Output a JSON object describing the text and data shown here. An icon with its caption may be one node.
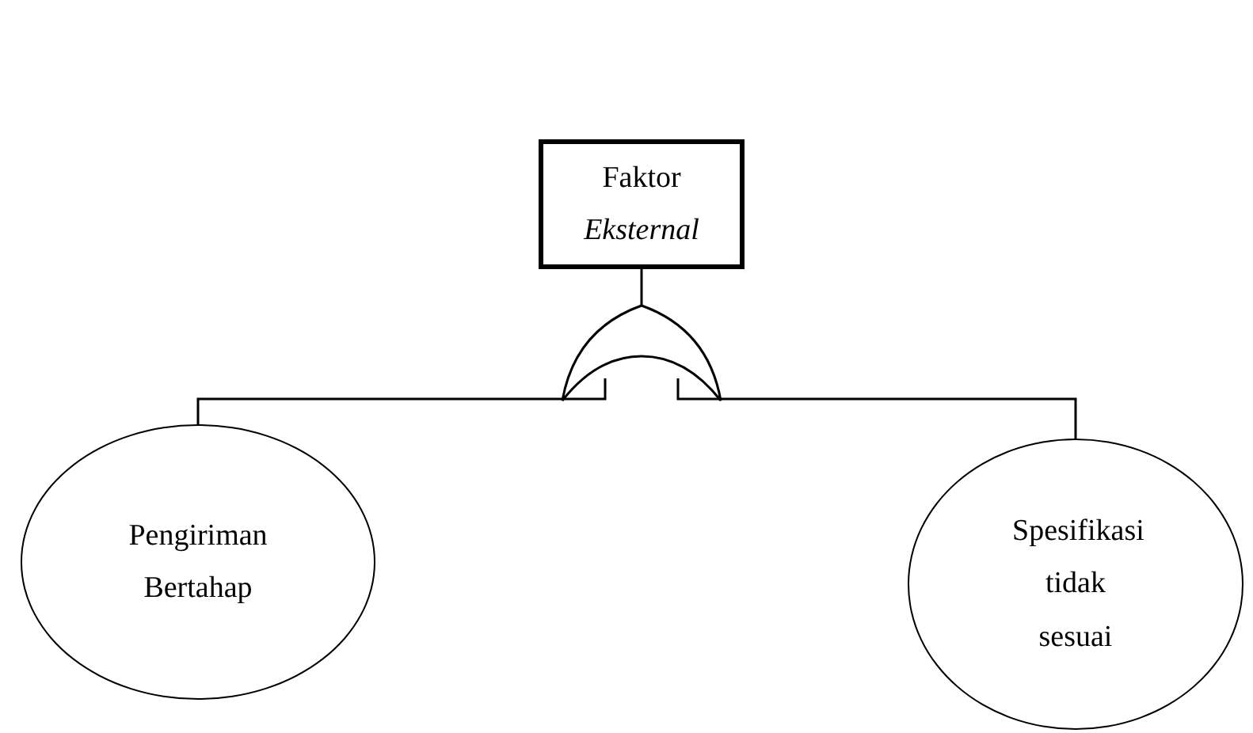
{
  "diagram": {
    "nodes": [
      {
        "text": [
          "Faktor *Eksternal*"
        ]
      },
      {
        "text": [],
        "shape": "gate"
      },
      {
        "text": [
          "Pengiriman Bertahap"
        ]
      },
      {
        "text": [
          "Spesifikasi tidak sesuai"
        ]
      }
    ],
    "edges": [
      {
        "from": 1,
        "to": 0,
        "arrow": "none"
      },
      {
        "from": 2,
        "to": 1,
        "arrow": "none"
      },
      {
        "from": 3,
        "to": 1,
        "arrow": "none"
      }
    ]
  }
}
